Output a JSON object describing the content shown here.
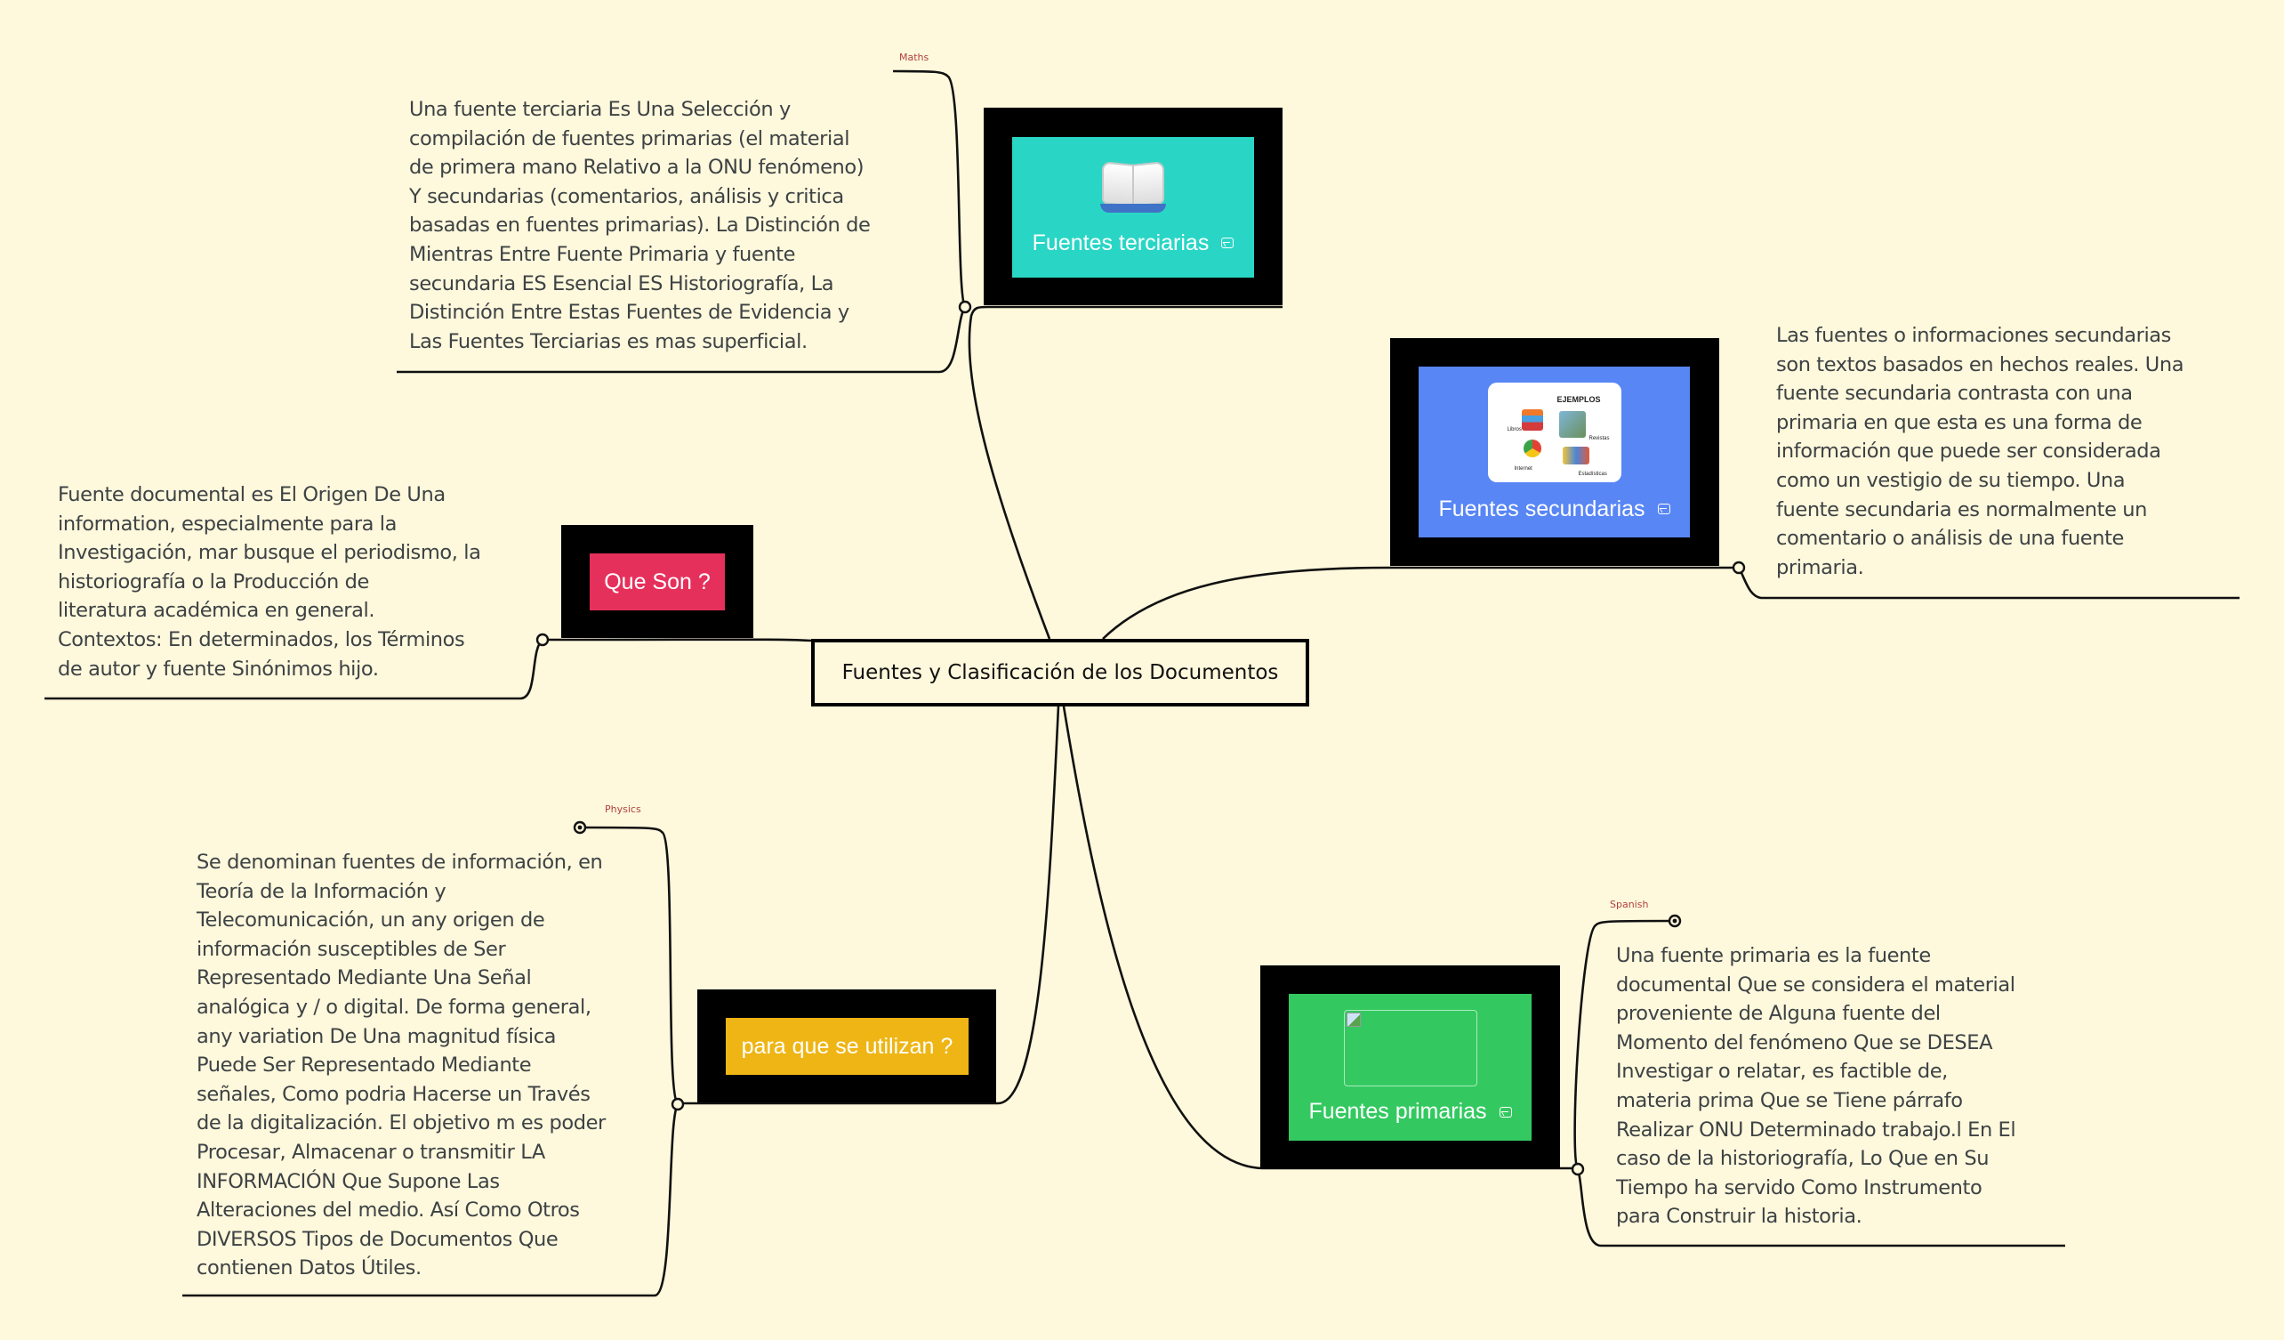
{
  "central_topic": "Fuentes y Clasificación de los Documentos",
  "topics": {
    "terciarias": {
      "label": "Fuentes terciarias",
      "color": "#29d6c5",
      "icon": "open-book-emoji",
      "attachment_icon": "image-icon",
      "note_tag": "Maths",
      "note": "Una fuente terciaria Es Una Selección y\ncompilación de fuentes primarias  (el material\nde primera mano Relativo a la ONU  fenómeno)\nY secundarias (comentarios,  análisis y critica\nbasadas en fuentes  primarias). La Distinción de\nMientras Entre  Fuente Primaria y fuente\nsecundaria ES  Esencial ES Historiografía, La\nDistinción  Entre Estas Fuentes de Evidencia y\nLas  Fuentes Terciarias es mas superficial."
    },
    "secundarias": {
      "label": "Fuentes secundarias",
      "color": "#5886f5",
      "attachment_icon": "image-icon",
      "image": {
        "heading": "EJEMPLOS",
        "items": [
          "Libros",
          "Revistas",
          "Internet",
          "Estadísticas"
        ]
      },
      "note": "Las fuentes o informaciones secundarias\nson textos basados en hechos reales. Una\nfuente secundaria contrasta con una\nprimaria en que esta es una forma de\ninformación que puede ser considerada\ncomo un vestigio de su tiempo. Una\nfuente secundaria es normalmente un\ncomentario o análisis de una fuente\nprimaria."
    },
    "que_son": {
      "label": "Que Son ?",
      "color": "#e6305c",
      "note": "Fuente documental es El Origen De Una\ninformation, especialmente para la\nInvestigación, mar busque el periodismo, la\nhistoriografía o la Producción de\nliteratura académica en general.\nContextos: En determinados, los Términos\nde autor y fuente Sinónimos hijo."
    },
    "para_que": {
      "label": "para que se utilizan ?",
      "color": "#eeb514",
      "note_tag": "Physics",
      "note": "Se denominan fuentes de información, en\nTeoría de la Información y\nTelecomunicación, un any origen de\ninformación susceptibles de Ser\nRepresentado Mediante Una Señal\nanalógica y / o digital. De forma general,\nany variation De Una magnitud física\nPuede Ser Representado Mediante\nseñales, Como podria Hacerse un Través\nde la digitalización. El objetivo m es poder\nProcesar, Almacenar o transmitir LA\nINFORMACIÓN Que Supone Las\nAlteraciones del medio. Así Como Otros\nDIVERSOS Tipos de Documentos Que\ncontienen Datos Útiles."
    },
    "primarias": {
      "label": "Fuentes primarias",
      "color": "#33c960",
      "attachment_icon": "image-icon",
      "image": "broken-image-placeholder",
      "note_tag": "Spanish",
      "note": "Una fuente primaria es la fuente\ndocumental Que se considera el material\nproveniente de Alguna fuente del\nMomento del fenómeno Que se DESEA\nInvestigar o relatar, es factible de,\nmateria prima Que se Tiene párrafo\nRealizar ONU Determinado trabajo.l En El\ncaso de la historiografía, Lo Que en Su\nTiempo ha servido Como Instrumento\npara Construir la historia."
    }
  },
  "colors": {
    "background": "#fef8dc",
    "note_text": "#3d4244",
    "tag_text": "#b0413e",
    "frame": "#000000"
  }
}
